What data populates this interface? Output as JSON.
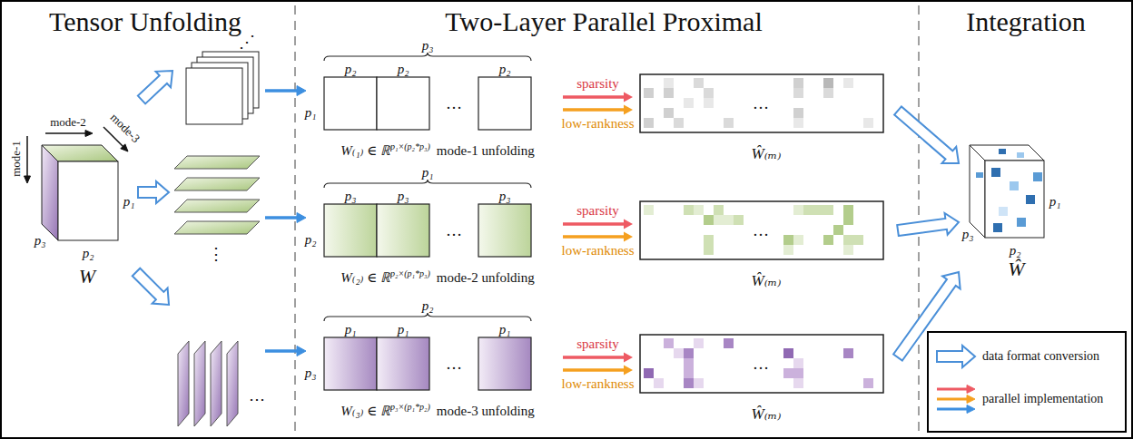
{
  "diagram": {
    "nodes": [
      {
        "text": [
          "W"
        ]
      },
      {
        "text": [
          "W₍₁₎ ∈ ℝ",
          "p₁×(p₂*p₃)",
          "mode-1 unfolding"
        ]
      },
      {
        "text": [
          "W₍₂₎ ∈ ℝ",
          "p₂×(p₁*p₃)",
          "mode-2 unfolding"
        ]
      },
      {
        "text": [
          "W₍₃₎ ∈ ℝ",
          "p₃×(p₁*p₂)",
          "mode-3 unfolding"
        ]
      },
      {
        "text": [
          "Ŵ₍ₘ₎"
        ]
      },
      {
        "text": [
          "Ŵ₍ₘ₎"
        ]
      },
      {
        "text": [
          "Ŵ₍ₘ₎"
        ]
      },
      {
        "text": [
          "Ŵ"
        ]
      }
    ],
    "edges": [
      {
        "from": 1,
        "to": 4,
        "label": "sparsity",
        "arrow": "to"
      },
      {
        "from": 1,
        "to": 4,
        "label": "low-rankness",
        "arrow": "to"
      },
      {
        "from": 2,
        "to": 5,
        "label": "sparsity",
        "arrow": "to"
      },
      {
        "from": 2,
        "to": 5,
        "label": "low-rankness",
        "arrow": "to"
      },
      {
        "from": 3,
        "to": 6,
        "label": "sparsity",
        "arrow": "to"
      },
      {
        "from": 3,
        "to": 6,
        "label": "low-rankness",
        "arrow": "to"
      },
      {
        "from": 4,
        "to": 7,
        "arrow": "to"
      },
      {
        "from": 5,
        "to": 7,
        "arrow": "to"
      },
      {
        "from": 6,
        "to": 7,
        "arrow": "to"
      }
    ],
    "labels": [
      "Tensor Unfolding",
      "Two-Layer Parallel Proximal",
      "Integration",
      "mode-1",
      "mode-2",
      "mode-3",
      "p₁",
      "p₃",
      "p₂",
      "⋰",
      "⋮",
      "⋯",
      "p₃",
      "p₂",
      "p₂",
      "p₂",
      "p₁",
      "…",
      "p₁",
      "p₃",
      "p₃",
      "p₃",
      "p₂",
      "…",
      "p₂",
      "p₁",
      "p₁",
      "p₁",
      "p₃",
      "…",
      "…",
      "…",
      "…",
      "p₁",
      "p₃",
      "p₂"
    ],
    "legend": [
      {
        "text": "data format conversion"
      },
      {
        "text": "parallel implementation"
      }
    ]
  }
}
